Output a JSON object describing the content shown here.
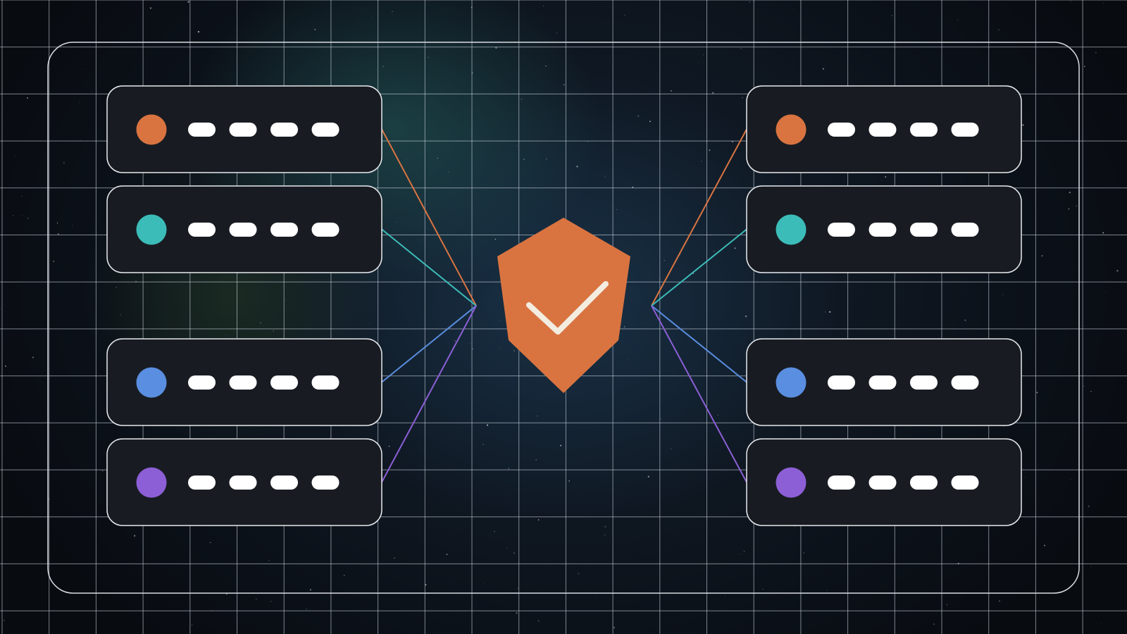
{
  "colors": {
    "orange": "#d97441",
    "teal": "#3cbcb8",
    "blue": "#5a8ee0",
    "purple": "#8c5fd6",
    "card_bg": "#181c22",
    "grid": "#dce4ee",
    "checkmark": "#f3ece0"
  },
  "icons": {
    "center": "shield-check-icon",
    "server_status": "status-dot-icon"
  },
  "diagram": {
    "left_servers": [
      {
        "status": "orange"
      },
      {
        "status": "teal"
      },
      {
        "status": "blue"
      },
      {
        "status": "purple"
      }
    ],
    "right_servers": [
      {
        "status": "orange"
      },
      {
        "status": "teal"
      },
      {
        "status": "blue"
      },
      {
        "status": "purple"
      }
    ]
  }
}
